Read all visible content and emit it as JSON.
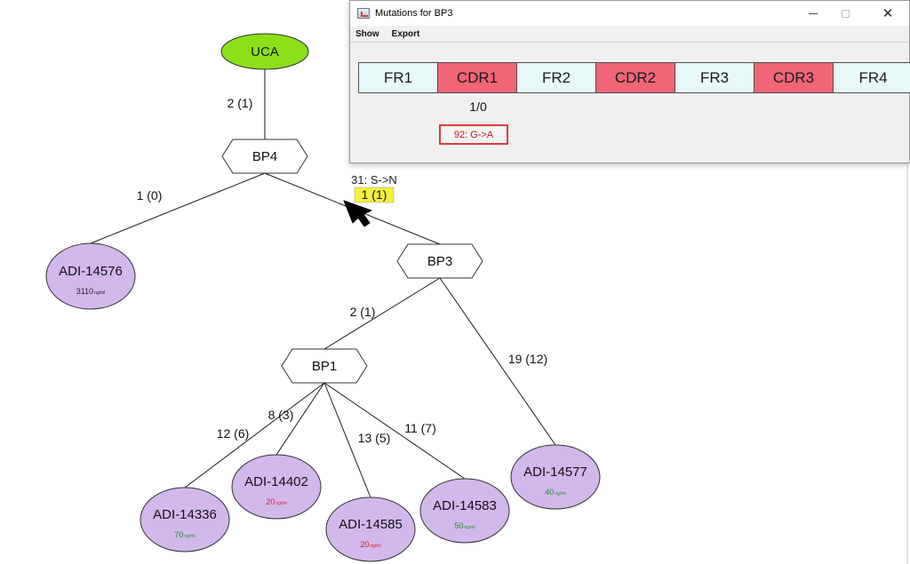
{
  "window": {
    "title": "Mutations for BP3",
    "menu": [
      "Show",
      "Export"
    ]
  },
  "regions": [
    {
      "label": "FR1",
      "kind": "fr"
    },
    {
      "label": "CDR1",
      "kind": "cdr"
    },
    {
      "label": "FR2",
      "kind": "fr"
    },
    {
      "label": "CDR2",
      "kind": "cdr"
    },
    {
      "label": "FR3",
      "kind": "fr"
    },
    {
      "label": "CDR3",
      "kind": "cdr"
    },
    {
      "label": "FR4",
      "kind": "fr"
    }
  ],
  "cdr1_count": "1/0",
  "mutation_chip": "92: G->A",
  "tree": {
    "nodes": [
      {
        "id": "UCA",
        "label": "UCA",
        "shape": "ellipse",
        "fill": "#8be01a"
      },
      {
        "id": "BP4",
        "label": "BP4",
        "shape": "hexagon"
      },
      {
        "id": "BP3",
        "label": "BP3",
        "shape": "hexagon"
      },
      {
        "id": "BP1",
        "label": "BP1",
        "shape": "hexagon"
      },
      {
        "id": "ADI-14576",
        "label": "ADI-14576",
        "shape": "ellipse",
        "fill": "#d3b8ec",
        "value": "3110",
        "unit": "ng/ml",
        "value_color": "#222222"
      },
      {
        "id": "ADI-14336",
        "label": "ADI-14336",
        "shape": "ellipse",
        "fill": "#d3b8ec",
        "value": "70",
        "unit": "ng/ml",
        "value_color": "#2a8a2a"
      },
      {
        "id": "ADI-14402",
        "label": "ADI-14402",
        "shape": "ellipse",
        "fill": "#d3b8ec",
        "value": "20",
        "unit": "ng/ml",
        "value_color": "#d42020"
      },
      {
        "id": "ADI-14585",
        "label": "ADI-14585",
        "shape": "ellipse",
        "fill": "#d3b8ec",
        "value": "20",
        "unit": "ng/ml",
        "value_color": "#d42020"
      },
      {
        "id": "ADI-14583",
        "label": "ADI-14583",
        "shape": "ellipse",
        "fill": "#d3b8ec",
        "value": "50",
        "unit": "ng/ml",
        "value_color": "#2a8a2a"
      },
      {
        "id": "ADI-14577",
        "label": "ADI-14577",
        "shape": "ellipse",
        "fill": "#d3b8ec",
        "value": "40",
        "unit": "ng/ml",
        "value_color": "#2a8a2a"
      }
    ],
    "edges": [
      {
        "from": "UCA",
        "to": "BP4",
        "label": "2 (1)"
      },
      {
        "from": "BP4",
        "to": "ADI-14576",
        "label": "1 (0)"
      },
      {
        "from": "BP4",
        "to": "BP3",
        "label": "1 (1)",
        "highlight": true,
        "tooltip": "31: S->N"
      },
      {
        "from": "BP3",
        "to": "BP1",
        "label": "2 (1)"
      },
      {
        "from": "BP3",
        "to": "ADI-14577",
        "label": "19 (12)"
      },
      {
        "from": "BP1",
        "to": "ADI-14336",
        "label": "12 (6)"
      },
      {
        "from": "BP1",
        "to": "ADI-14402",
        "label": "8 (3)"
      },
      {
        "from": "BP1",
        "to": "ADI-14585",
        "label": "13 (5)"
      },
      {
        "from": "BP1",
        "to": "ADI-14583",
        "label": "11 (7)"
      }
    ],
    "highlight_color": "#f4f03c"
  }
}
